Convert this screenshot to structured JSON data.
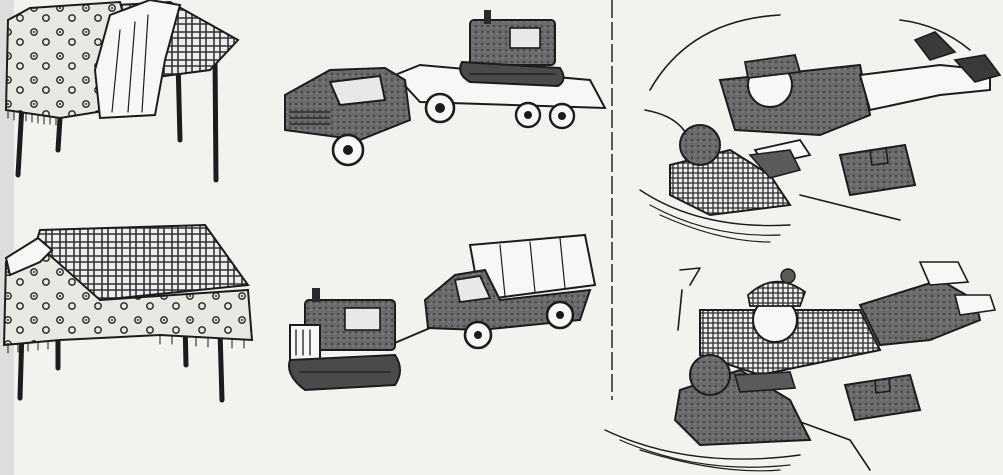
{
  "colors": {
    "paper": "#f4f2ee",
    "ink": "#1c1c1c",
    "shade": "#5e5e5e",
    "light_shade": "#9a9a9a",
    "cloth": "#e9e7e2"
  },
  "panels": [
    {
      "name": "tables-pair",
      "icons": [
        "table-icon",
        "tablecloth-icon"
      ]
    },
    {
      "name": "trucks-pair",
      "icons": [
        "truck-icon",
        "tractor-icon",
        "trailer-icon"
      ]
    },
    {
      "name": "ice-rescue-pair",
      "icons": [
        "person-icon",
        "ice-hole-icon",
        "bag-icon"
      ]
    }
  ]
}
